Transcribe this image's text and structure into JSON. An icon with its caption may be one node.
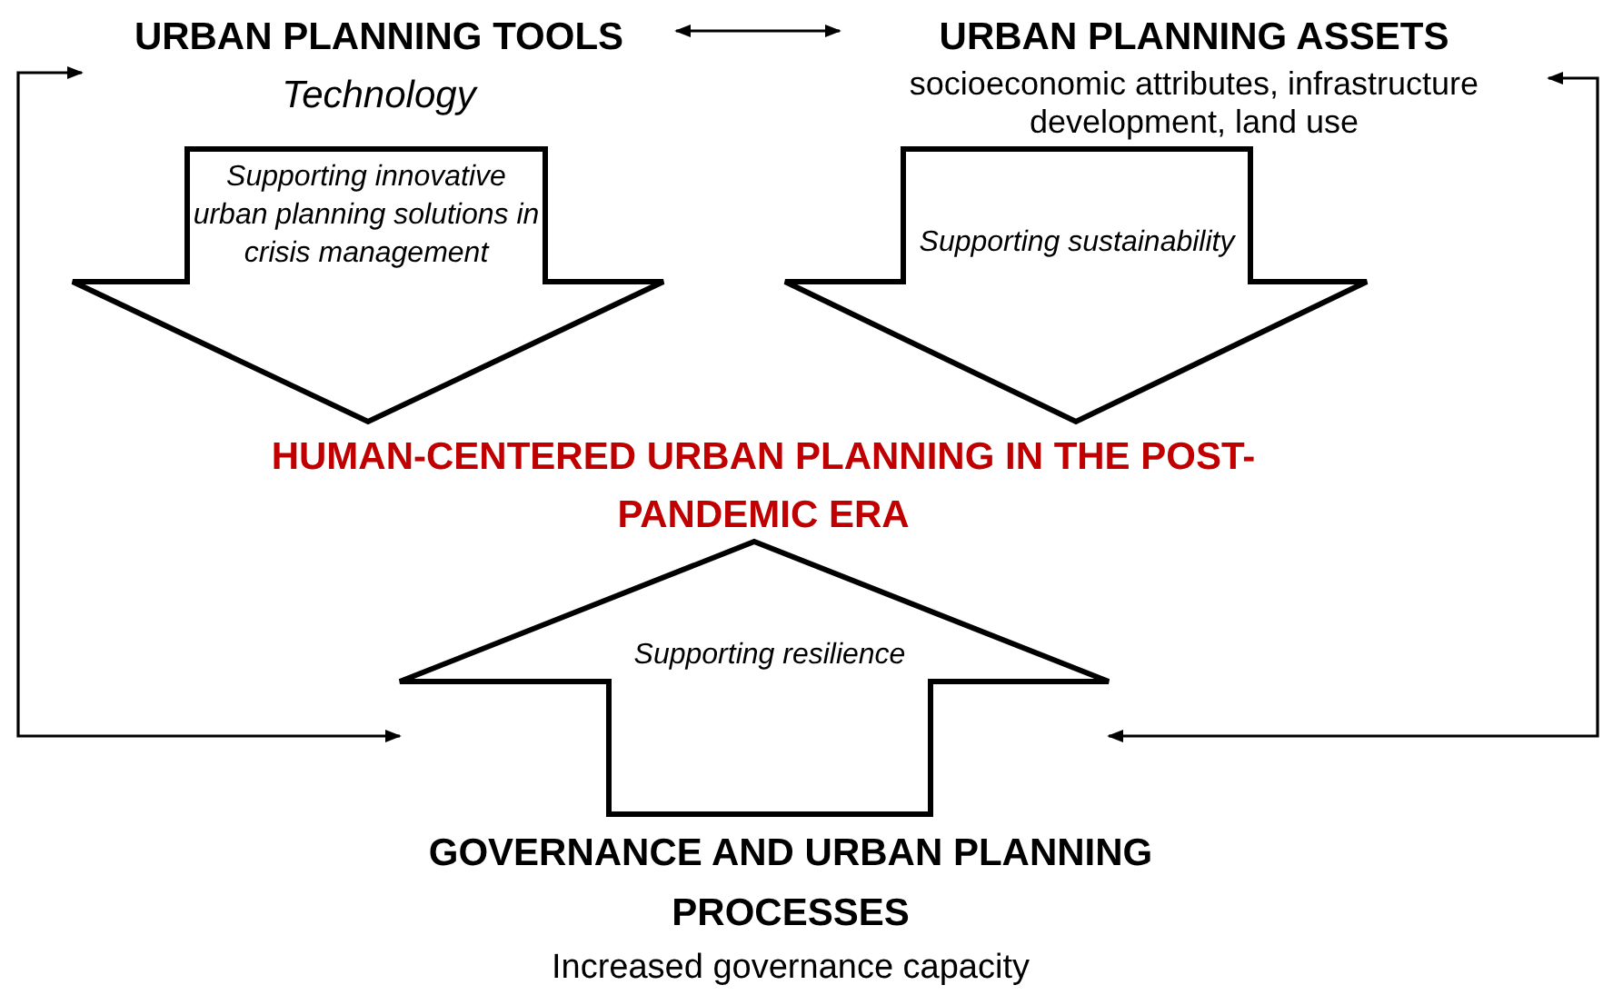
{
  "diagram": {
    "nodes": [
      {
        "text": [
          "URBAN PLANNING TOOLS",
          "Technology"
        ]
      },
      {
        "text": [
          "URBAN PLANNING ASSETS",
          "socioeconomic attributes, infrastructure development, land use"
        ]
      },
      {
        "text": [
          "Supporting innovative urban planning solutions in crisis management"
        ]
      },
      {
        "text": [
          "Supporting sustainability"
        ]
      },
      {
        "text": [
          "HUMAN-CENTERED URBAN PLANNING IN THE POST-PANDEMIC ERA"
        ]
      },
      {
        "text": [
          "Supporting resilience"
        ]
      },
      {
        "text": [
          "GOVERNANCE AND URBAN PLANNING PROCESSES",
          "Increased governance capacity"
        ]
      }
    ],
    "edges": [
      {
        "from": 0,
        "to": 1,
        "arrow": "both"
      },
      {
        "from": 0,
        "to": 5,
        "arrow": "both"
      },
      {
        "from": 1,
        "to": 5,
        "arrow": "both"
      }
    ]
  }
}
